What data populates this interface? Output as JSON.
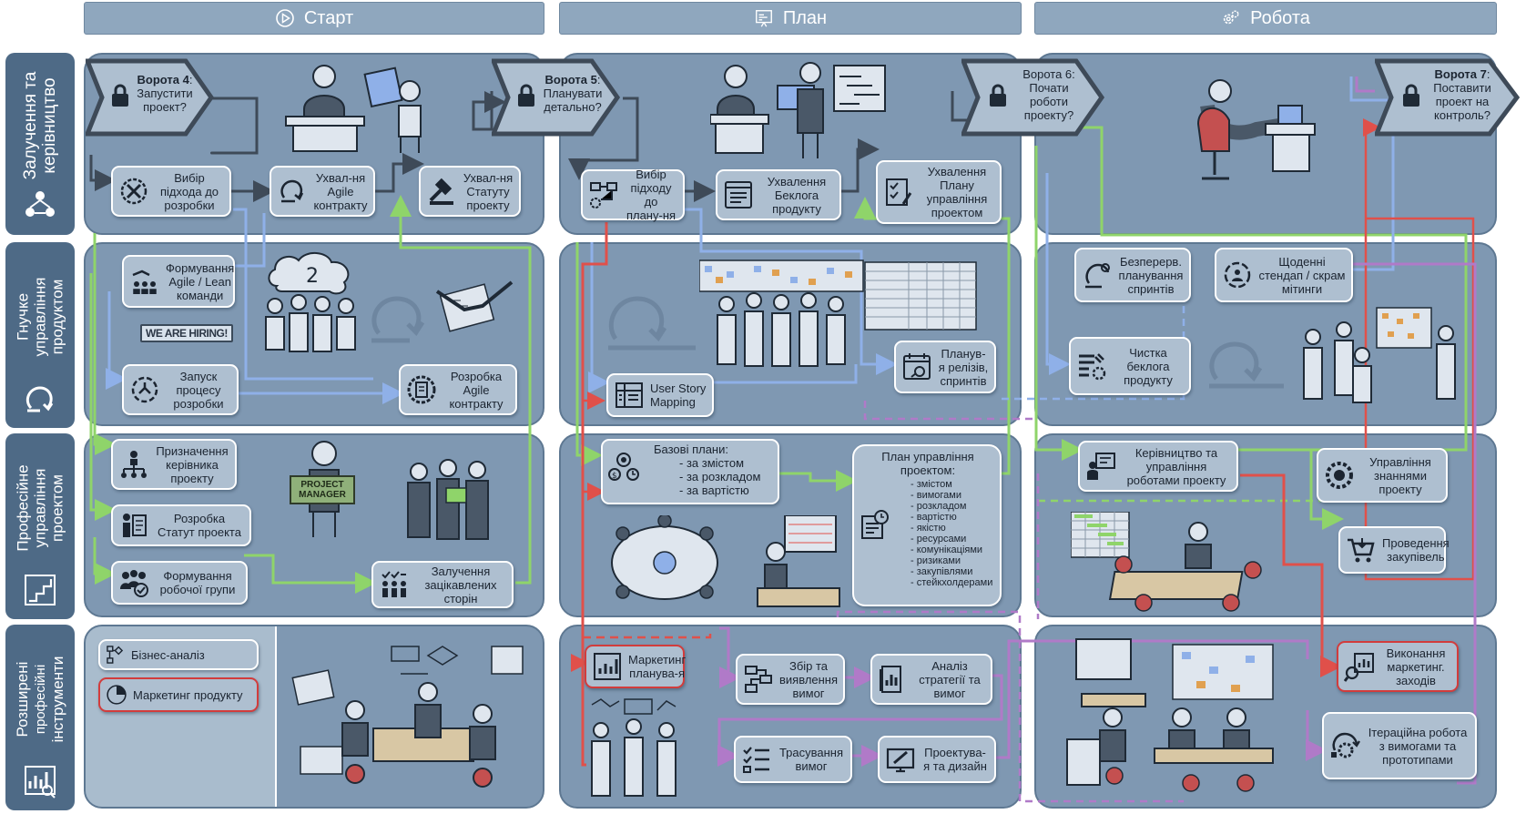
{
  "columns": [
    {
      "id": "start",
      "label": "Старт",
      "icon": "play-circle-icon"
    },
    {
      "id": "plan",
      "label": "План",
      "icon": "board-icon"
    },
    {
      "id": "work",
      "label": "Робота",
      "icon": "gears-icon"
    }
  ],
  "rows": [
    {
      "id": "governance",
      "label_lines": [
        "Залучення та",
        "керівництво"
      ],
      "icon": "people-network-icon",
      "color": "#4e6a86"
    },
    {
      "id": "agile",
      "label_lines": [
        "Гнучке",
        "управління",
        "продуктом"
      ],
      "icon": "agile-loop-icon",
      "color": "#4e6a86"
    },
    {
      "id": "pm",
      "label_lines": [
        "Професійне",
        "управління",
        "проектом"
      ],
      "icon": "stairs-icon",
      "color": "#4e6a86"
    },
    {
      "id": "tools",
      "label_lines": [
        "Розширені",
        "професійні",
        "інструменти"
      ],
      "icon": "analytics-icon",
      "color": "#4e6a86"
    }
  ],
  "gates": {
    "g4": {
      "title": "Ворота 4",
      "text": "Запустити проект?"
    },
    "g5": {
      "title": "Ворота 5",
      "text": "Планувати детально?"
    },
    "g6": {
      "title": "Ворота 6:",
      "text": "Почати роботи проекту?"
    },
    "g7": {
      "title": "Ворота 7",
      "text": "Поставити проект на контроль?"
    }
  },
  "boxes": {
    "vybir_rozrobky": "Вибір підхода до розробки",
    "uhval_agile": "Ухвал-ня Agile контракту",
    "uhval_statutu": "Ухвал-ня Статуту проекту",
    "vybir_planu": "Вибір підходу до плану-ня",
    "uhval_beklogu": "Ухвалення Беклога продукту",
    "uhval_planu": "Ухвалення Плану управління проектом",
    "formuvannia_agile": "Формування Agile / Lean команди",
    "zapusk_procesu": "Запуск процесу розробки",
    "rozrobka_agile": "Розробка Agile контракту",
    "user_story": "User Story Mapping",
    "planuvannia_reliziv": "Планув-я релізів, спринтів",
    "bezperervne": "Безперерв. планування спринтів",
    "shchodenni": "Щоденні стендап / скрам мітинги",
    "chystka": "Чистка беклога продукту",
    "pryznachennia": "Призначення керівника проекту",
    "rozrobka_statut": "Розробка Статут проекта",
    "formuvannia_grupy": "Формування робочої групи",
    "zaluchennia": "Залучення зацікавлених сторін",
    "kerivnytstvo": "Керівництво та управління роботами проекту",
    "upravlinnia_znanniamy": "Управління знаннями проекту",
    "provedennia": "Проведення закупівель",
    "biznes_analiz": "Бізнес-аналіз",
    "marketynh_produktu": "Маркетинг продукту",
    "marketynh_planuv": "Маркетинг планува-я",
    "zbir_vymoh": "Збір та виявлення вимог",
    "analiz_stratehii": "Аналіз стратегії та вимог",
    "trasuvannia": "Трасування вимог",
    "proektuvannia": "Проектува-я та дизайн",
    "vykonannia": "Виконання маркетинг. заходів",
    "iteratsiina": "Ітераційна робота з вимогами та прототипами"
  },
  "base_plans": {
    "title": "Базові плани:",
    "items": [
      "- за змістом",
      "- за розкладом",
      "- за вартістю"
    ]
  },
  "pm_plan": {
    "title": "План управління проектом:",
    "items": [
      "- змістом",
      "- вимогами",
      "- розкладом",
      "- вартістю",
      "- якістю",
      "- ресурсами",
      "- комунікаціями",
      "- ризиками",
      "- закупівлями",
      "- стейкхолдерами"
    ]
  },
  "illustration_text": {
    "hiring": "WE ARE HIRING!",
    "pm_sign": "PROJECT MANAGER"
  },
  "colors": {
    "panel": "#7f98b2",
    "box": "#aebfd0",
    "row_label": "#4e6a86",
    "header": "#8fa7be",
    "flow_green": "#8fd46a",
    "flow_blue": "#8fb0e8",
    "flow_red": "#e0504a",
    "flow_purple": "#b07ac8",
    "flow_dark": "#3e4a58"
  }
}
